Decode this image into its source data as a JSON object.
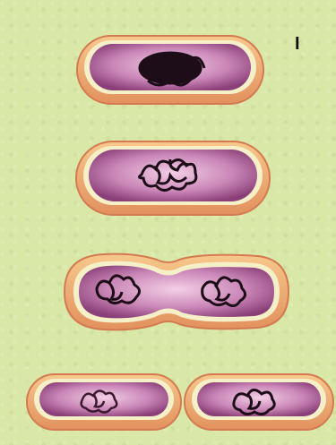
{
  "figure": {
    "panel_label": "I",
    "colors": {
      "background": "#d9e8a6",
      "cell_wall": "#f2b56e",
      "cell_wall_edge": "#d47a52",
      "membrane": "#f6f0c9",
      "cytoplasm": "#c985b6",
      "cytoplasm_dark": "#8a3f78",
      "nucleoid": "#1d0d18"
    },
    "stages": [
      {
        "name": "single-cell"
      },
      {
        "name": "replicated-nucleoid"
      },
      {
        "name": "dividing-cell"
      },
      {
        "name": "daughter-cells"
      }
    ]
  }
}
